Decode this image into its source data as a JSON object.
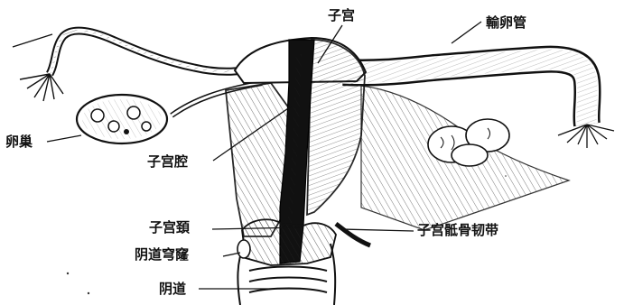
{
  "labels": {
    "uterus": "子宫",
    "fallopian_tube": "輸卵管",
    "ovary": "卵巢",
    "uterine_cavity": "子宫腔",
    "cervix": "子宫頚",
    "vaginal_fornix": "阴道穹窿",
    "uterosacral_ligament": "子宫骶骨韧带",
    "vagina": "阴道"
  },
  "colors": {
    "ink": "#111111",
    "paper": "#ffffff"
  }
}
